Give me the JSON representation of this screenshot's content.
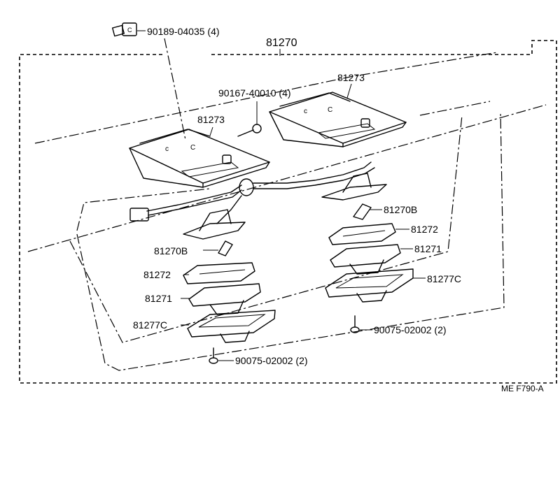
{
  "diagram": {
    "code": "ME F790-A",
    "labels": {
      "assembly": "81270",
      "bolt_top": "90189-04035 (4)",
      "screw_mid": "90167-40010 (4)",
      "bracket_left": "81273",
      "bracket_right": "81273",
      "bulb_right": "81270B",
      "gasket_right": "81272",
      "lens_right": "81271",
      "housing_right": "81277C",
      "screw_right": "90075-02002 (2)",
      "bulb_left": "81270B",
      "gasket_left": "81272",
      "lens_left": "81271",
      "housing_left": "81277C",
      "screw_left": "90075-02002 (2)"
    }
  }
}
